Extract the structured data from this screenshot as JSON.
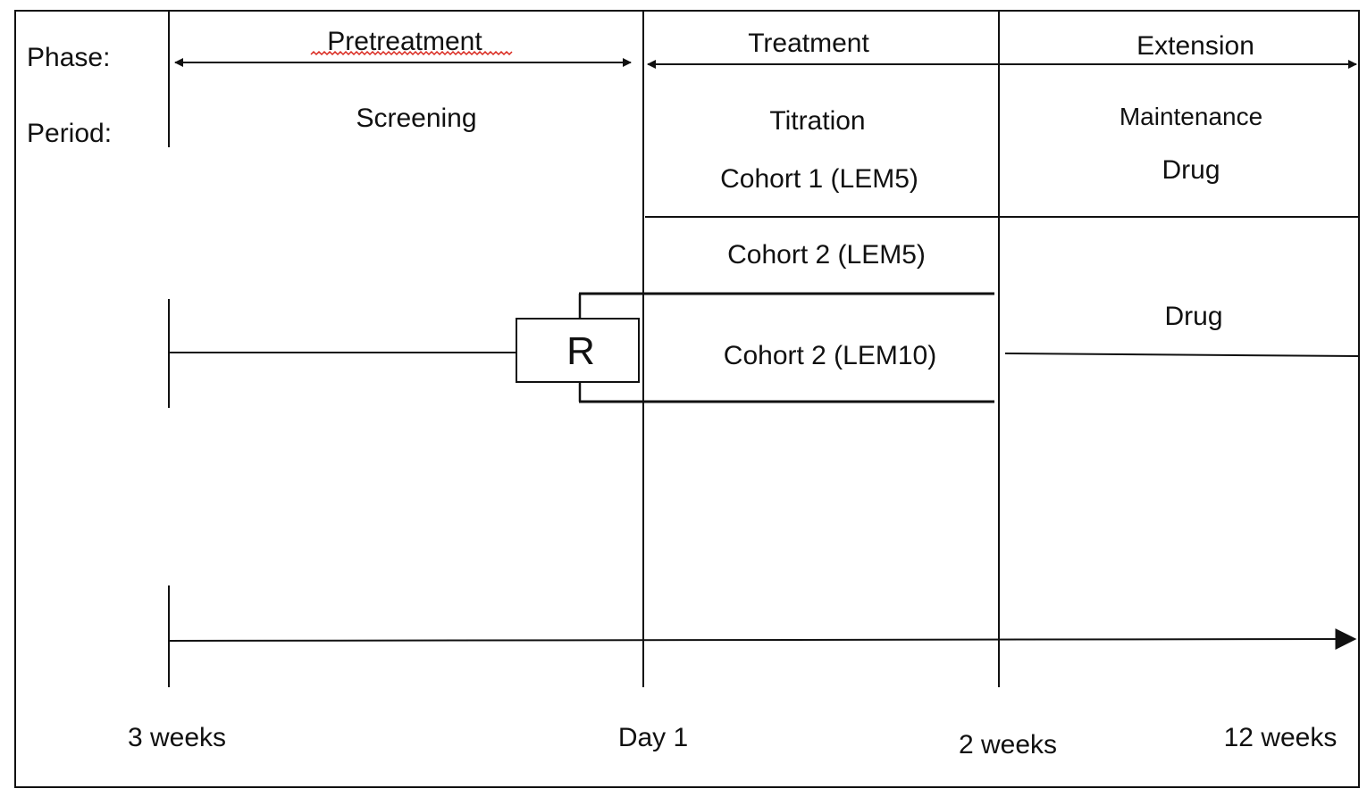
{
  "labels": {
    "phase": "Phase:",
    "period": "Period:"
  },
  "phases": {
    "pretreatment": "Pretreatment",
    "treatment": "Treatment",
    "extension": "Extension"
  },
  "periods": {
    "screening": "Screening",
    "titration": "Titration",
    "maintenance": "Maintenance"
  },
  "cohorts": {
    "cohort1": "Cohort  1 (LEM5)",
    "cohort2_lem5": "Cohort  2 (LEM5)",
    "cohort2_lem10": "Cohort  2 (LEM10)"
  },
  "drug": {
    "top": "Drug",
    "bottom": "Drug"
  },
  "randomization": "R",
  "timeline": {
    "start": "3 weeks",
    "day1": "Day  1",
    "week2": "2 weeks",
    "week12": "12 weeks"
  },
  "colors": {
    "line": "#111111",
    "background": "#ffffff",
    "spellcheck": "#d9261c"
  }
}
